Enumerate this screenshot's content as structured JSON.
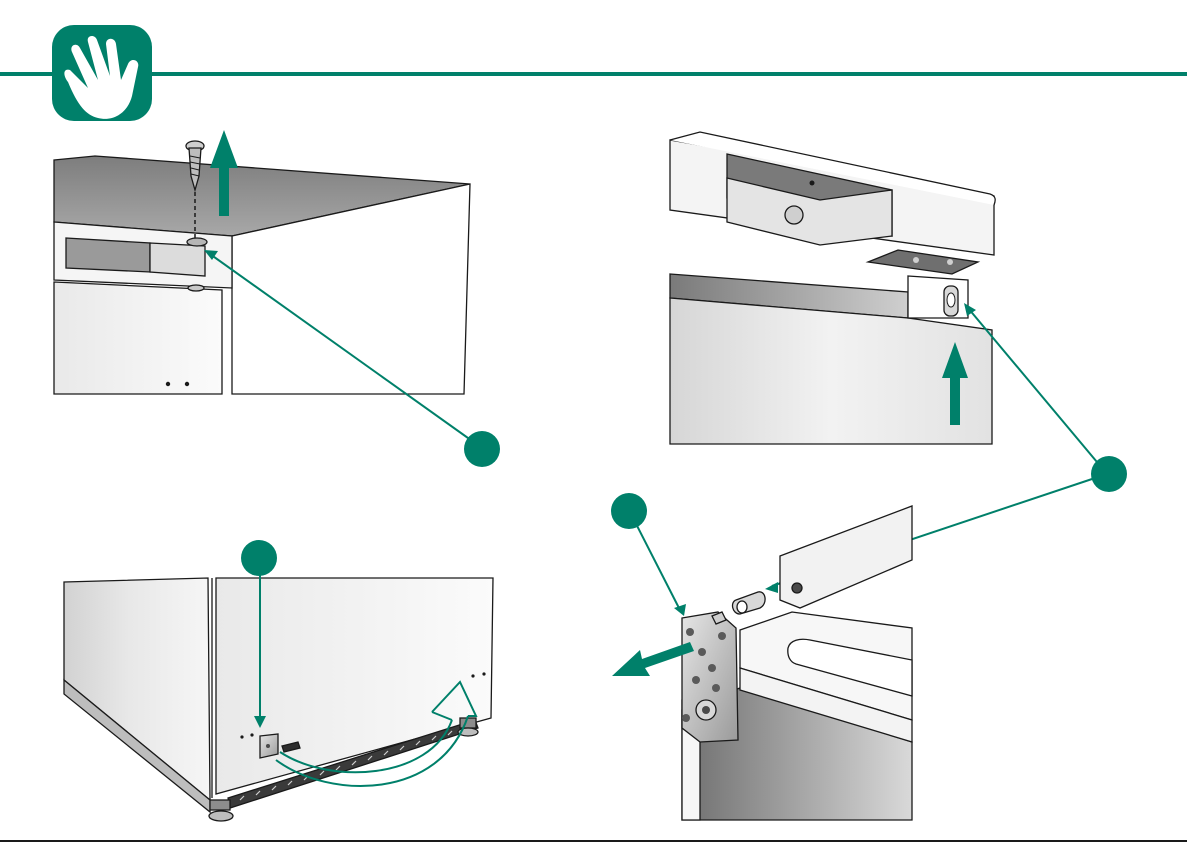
{
  "colors": {
    "accent": "#00806A",
    "outline": "#1a1a1a",
    "panel_light": "#f3f3f3",
    "panel_mid": "#d8d8d8",
    "panel_dark": "#8c8c8c",
    "metal": "#bfbfbf"
  },
  "header": {
    "icon": "hand-icon"
  },
  "panels": [
    {
      "id": "cabinet-top-screw",
      "icon": "screw-icon",
      "direction": "up"
    },
    {
      "id": "hinge-bracket-pin",
      "icon": "pin-icon",
      "direction": "up"
    },
    {
      "id": "cabinet-bottom-hinge-move",
      "icon": "bracket-icon",
      "direction": "swap-side"
    },
    {
      "id": "hinge-plate-detail",
      "icon": "hinge-plate-icon",
      "direction": "out"
    }
  ]
}
